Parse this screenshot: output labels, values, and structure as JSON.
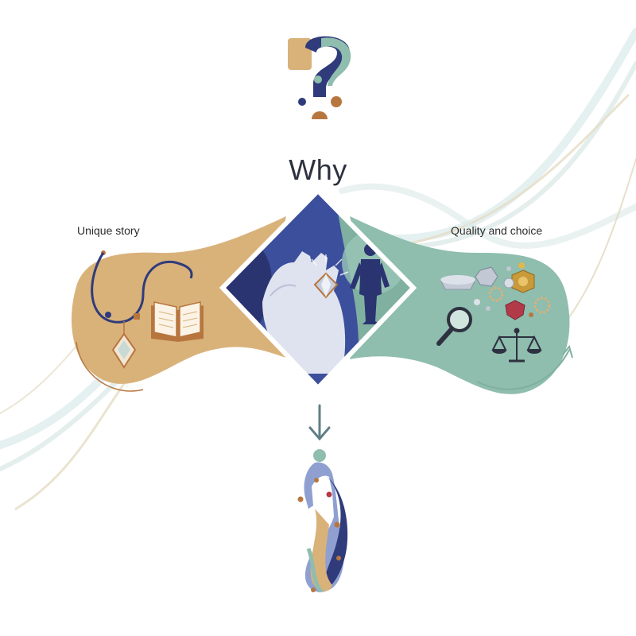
{
  "title": "Why",
  "left_label": "Unique story",
  "right_label": "Quality and choice",
  "colors": {
    "gold": "#d9b27a",
    "teal": "#8fbdae",
    "navy": "#2f3b7a",
    "indigo": "#3c4f9c",
    "copper": "#b8763f",
    "ruby": "#b23a48",
    "ink": "#2d3140"
  },
  "icons": [
    "question-mark-icon",
    "necklace-icon",
    "open-book-icon",
    "hand-with-ring-icon",
    "standing-person-icon",
    "gemstones-icon",
    "magnifier-icon",
    "balance-scale-icon",
    "down-arrow-icon",
    "adorned-figure-icon"
  ]
}
